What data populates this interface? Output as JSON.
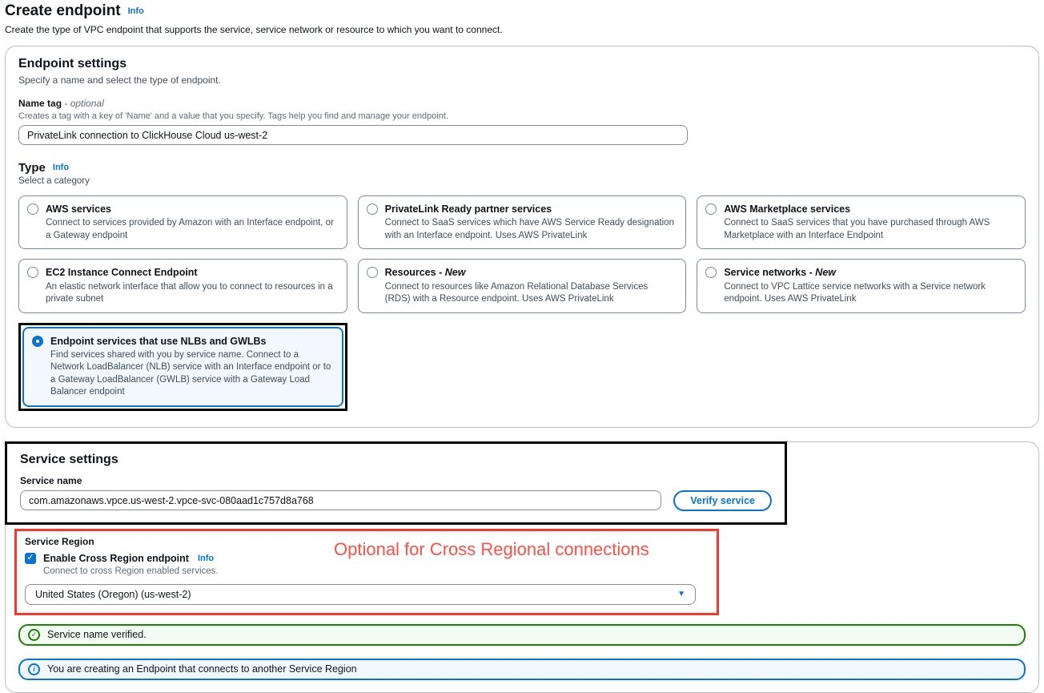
{
  "page": {
    "title": "Create endpoint",
    "title_info": "Info",
    "subtitle": "Create the type of VPC endpoint that supports the service, service network or resource to which you want to connect."
  },
  "endpoint_settings": {
    "heading": "Endpoint settings",
    "description": "Specify a name and select the type of endpoint.",
    "name_tag": {
      "label": "Name tag",
      "optional": "- optional",
      "constraint": "Creates a tag with a key of 'Name' and a value that you specify. Tags help you find and manage your endpoint.",
      "value": "PrivateLink connection to ClickHouse Cloud us-west-2"
    },
    "type": {
      "label": "Type",
      "info": "Info",
      "description": "Select a category",
      "options": [
        {
          "title": "AWS services",
          "description": "Connect to services provided by Amazon with an Interface endpoint, or a Gateway endpoint",
          "selected": false
        },
        {
          "title": "PrivateLink Ready partner services",
          "description": "Connect to SaaS services which have AWS Service Ready designation with an Interface endpoint. Uses AWS PrivateLink",
          "selected": false
        },
        {
          "title": "AWS Marketplace services",
          "description": "Connect to SaaS services that you have purchased through AWS Marketplace with an Interface Endpoint",
          "selected": false
        },
        {
          "title": "EC2 Instance Connect Endpoint",
          "description": "An elastic network interface that allow you to connect to resources in a private subnet",
          "selected": false
        },
        {
          "title": "Resources",
          "suffix": "- New",
          "description": "Connect to resources like Amazon Relational Database Services (RDS) with a Resource endpoint. Uses AWS PrivateLink",
          "selected": false
        },
        {
          "title": "Service networks",
          "suffix": "- New",
          "description": "Connect to VPC Lattice service networks with a Service network endpoint. Uses AWS PrivateLink",
          "selected": false
        },
        {
          "title": "Endpoint services that use NLBs and GWLBs",
          "description": "Find services shared with you by service name. Connect to a Network LoadBalancer (NLB) service with an Interface endpoint or to a Gateway LoadBalancer (GWLB) service with a Gateway Load Balancer endpoint",
          "selected": true
        }
      ]
    }
  },
  "service_settings": {
    "heading": "Service settings",
    "service_name": {
      "label": "Service name",
      "value": "com.amazonaws.vpce.us-west-2.vpce-svc-080aad1c757d8a768",
      "verify_button": "Verify service"
    },
    "service_region": {
      "label": "Service Region",
      "checkbox_label": "Enable Cross Region endpoint",
      "checkbox_checked": true,
      "info": "Info",
      "checkbox_description": "Connect to cross Region enabled services.",
      "region_selected": "United States (Oregon) (us-west-2)"
    },
    "annotation_note": "Optional for Cross Regional connections",
    "success_message": "Service name verified.",
    "info_message": "You are creating an Endpoint that connects to another Service Region"
  },
  "icons": {
    "check": "✓",
    "info_i": "i",
    "caret_down": "▼"
  },
  "colors": {
    "link_blue": "#0972d3",
    "selected_tile_bg": "#f2f8fd",
    "selected_tile_border": "#0972d3",
    "annotation_black": "#000000",
    "annotation_red": "#f5392e",
    "success_green": "#1d8102",
    "success_bg": "#f2fcf3",
    "info_banner_bg": "#f0f7fd"
  }
}
